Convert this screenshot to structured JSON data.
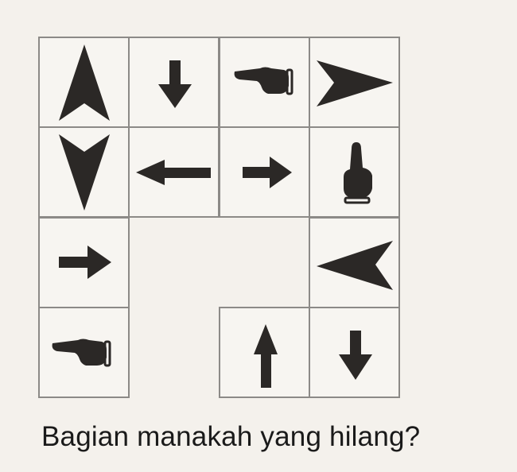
{
  "question": "Bagian manakah yang hilang?",
  "grid": {
    "rows": 4,
    "cols": 4,
    "cells": [
      {
        "row": 0,
        "col": 0,
        "icon": "arrowhead-up-icon"
      },
      {
        "row": 0,
        "col": 1,
        "icon": "arrow-down-icon"
      },
      {
        "row": 0,
        "col": 2,
        "icon": "hand-pointing-left-icon"
      },
      {
        "row": 0,
        "col": 3,
        "icon": "arrowhead-right-icon"
      },
      {
        "row": 1,
        "col": 0,
        "icon": "arrowhead-down-icon"
      },
      {
        "row": 1,
        "col": 1,
        "icon": "arrow-left-icon"
      },
      {
        "row": 1,
        "col": 2,
        "icon": "arrow-right-icon"
      },
      {
        "row": 1,
        "col": 3,
        "icon": "hand-pointing-up-icon"
      },
      {
        "row": 2,
        "col": 0,
        "icon": "arrow-right-icon"
      },
      {
        "row": 2,
        "col": 3,
        "icon": "arrowhead-left-icon"
      },
      {
        "row": 3,
        "col": 0,
        "icon": "hand-pointing-left-icon"
      },
      {
        "row": 3,
        "col": 2,
        "icon": "arrow-up-icon"
      },
      {
        "row": 3,
        "col": 3,
        "icon": "arrow-down-icon"
      }
    ],
    "missing_region": {
      "rows": [
        2,
        3
      ],
      "cols": [
        1,
        2
      ],
      "shape": "L"
    }
  },
  "colors": {
    "ink": "#2b2826",
    "grid_line": "#8c8a87",
    "background": "#f4f1ec"
  }
}
